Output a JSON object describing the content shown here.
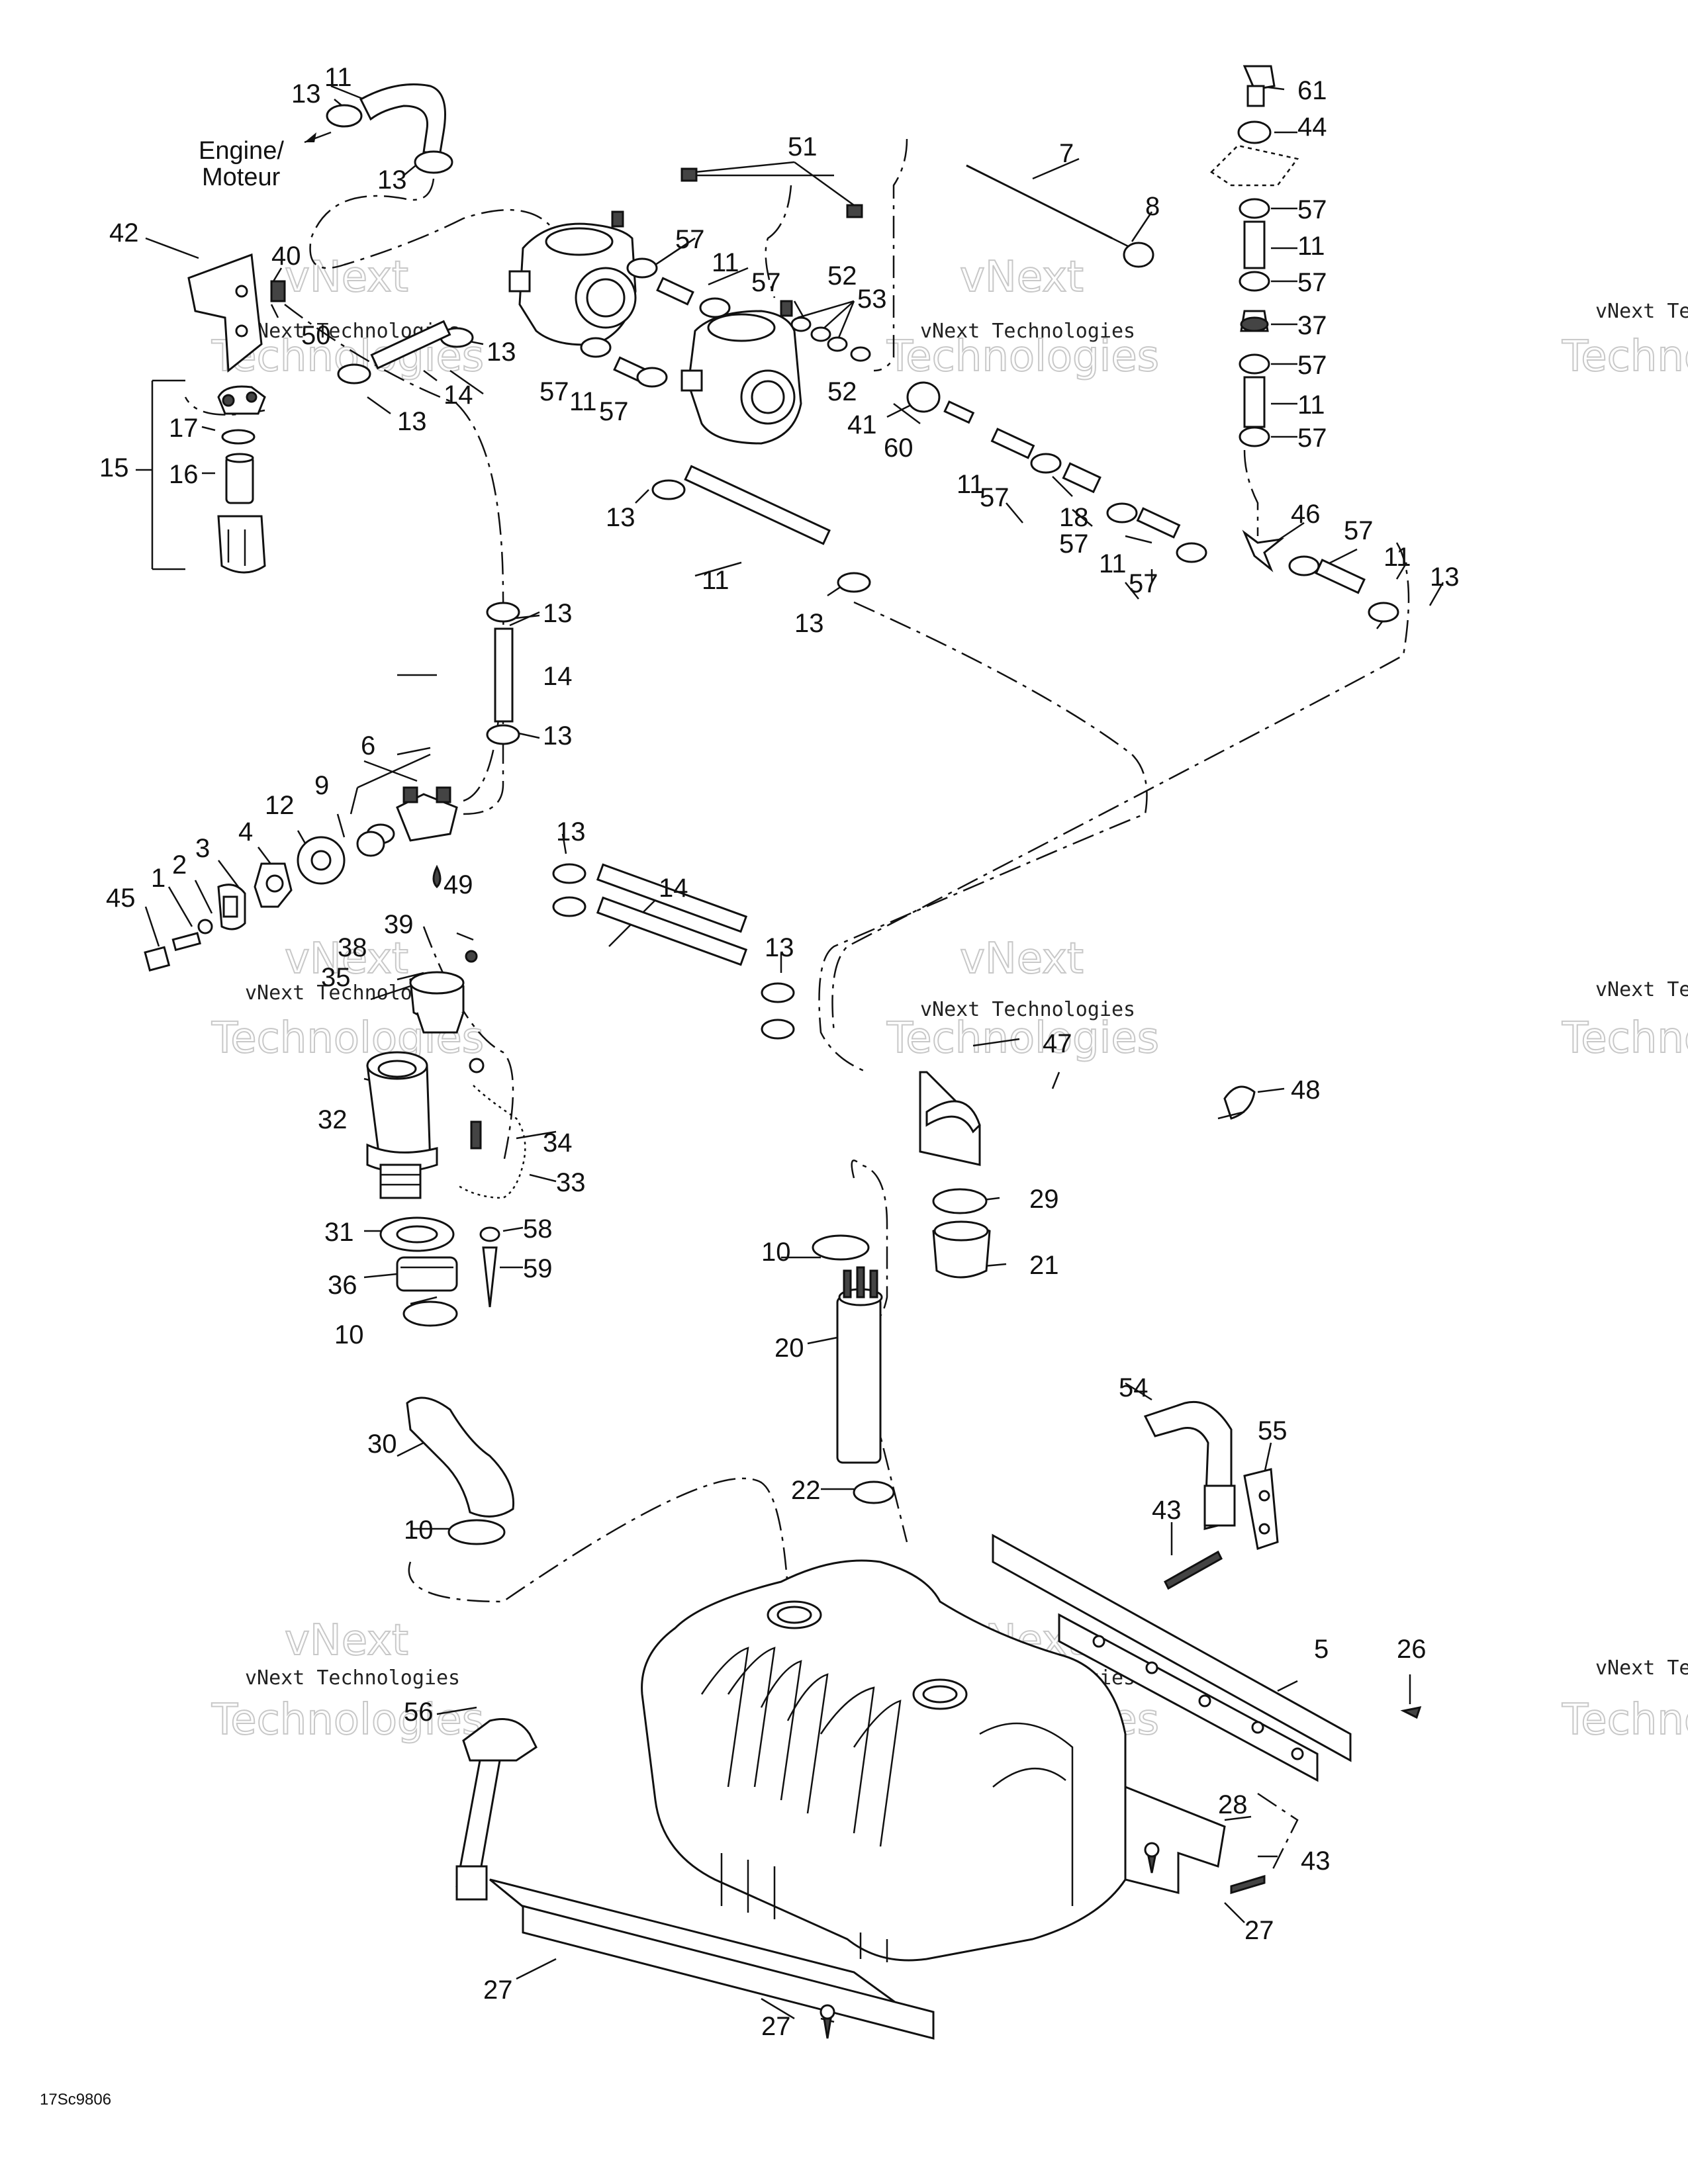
{
  "labels": {
    "engine_line1": "Engine/",
    "engine_line2": "Moteur",
    "reference": "17Sc9806"
  },
  "watermark": {
    "company": "vNext Technologies",
    "brand": "Technologies",
    "word": "vNext"
  },
  "callouts": {
    "c1": "1",
    "c2": "2",
    "c3": "3",
    "c4": "4",
    "c5": "5",
    "c6": "6",
    "c7": "7",
    "c8": "8",
    "c9": "9",
    "c10": "10",
    "c11": "11",
    "c12": "12",
    "c13": "13",
    "c14": "14",
    "c15": "15",
    "c16": "16",
    "c17": "17",
    "c18": "18",
    "c20": "20",
    "c21": "21",
    "c22": "22",
    "c26": "26",
    "c27": "27",
    "c28": "28",
    "c29": "29",
    "c30": "30",
    "c31": "31",
    "c32": "32",
    "c33": "33",
    "c34": "34",
    "c35": "35",
    "c36": "36",
    "c37": "37",
    "c38": "38",
    "c39": "39",
    "c40": "40",
    "c41": "41",
    "c42": "42",
    "c43": "43",
    "c44": "44",
    "c45": "45",
    "c46": "46",
    "c47": "47",
    "c48": "48",
    "c49": "49",
    "c50": "50",
    "c51": "51",
    "c52": "52",
    "c53": "53",
    "c54": "54",
    "c55": "55",
    "c56": "56",
    "c57": "57",
    "c58": "58",
    "c59": "59",
    "c60": "60",
    "c61": "61"
  },
  "colors": {
    "line": "#111111",
    "background": "#ffffff",
    "watermark": "#bbbbbb"
  }
}
